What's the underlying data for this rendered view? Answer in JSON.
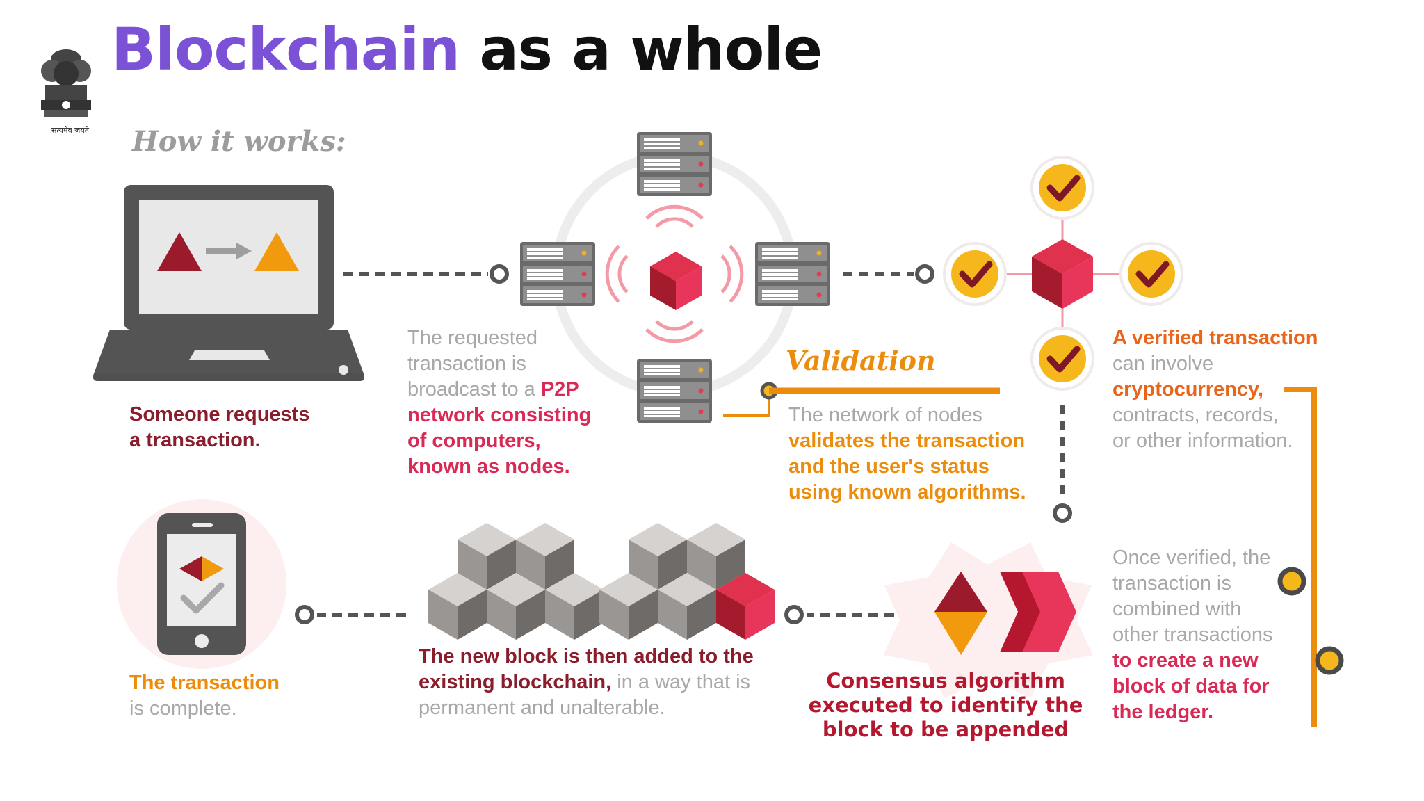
{
  "title": {
    "part1": "Blockchain",
    "part2": "as a whole"
  },
  "emblem": {
    "caption": "सत्यमेव जयते"
  },
  "how_it_works": "How it works:",
  "step_request": {
    "line1": "Someone requests",
    "line2": "a transaction."
  },
  "step_broadcast": {
    "line1": "The requested",
    "line2": "transaction is",
    "line3a": "broadcast to a ",
    "line3b": "P2P",
    "line4": "network consisting",
    "line5": "of computers,",
    "line6": "known as nodes."
  },
  "validation": {
    "title": "Validation",
    "line1": "The network of nodes",
    "line2": "validates the transaction",
    "line3": "and the user's status",
    "line4": "using known algorithms."
  },
  "step_verified": {
    "line1": "A verified transaction",
    "line2": "can involve",
    "line3": "cryptocurrency,",
    "line4": "contracts, records,",
    "line5": "or other information."
  },
  "step_combined": {
    "line1": "Once verified, the",
    "line2": "transaction is",
    "line3": "combined with",
    "line4": "other transactions",
    "line5": "to create a new",
    "line6": "block of data for",
    "line7": "the ledger."
  },
  "consensus": {
    "line1": "Consensus algorithm",
    "line2": "executed to identify the",
    "line3": "block to be appended"
  },
  "step_added": {
    "line1": "The new block is then added to the",
    "line2a": "existing blockchain,",
    "line2b": " in a way that is",
    "line3": "permanent and unalterable."
  },
  "step_complete": {
    "line1": "The transaction",
    "line2": "is complete."
  },
  "colors": {
    "title_accent": "#7b52d6",
    "dark_red": "#8a1d2c",
    "pink": "#d92a55",
    "orange": "#ec8c0c",
    "gray_text": "#a8a8a8",
    "device_gray": "#555555"
  },
  "icons": [
    "national-emblem-icon",
    "laptop-icon",
    "server-icon",
    "red-cube-icon",
    "check-circle-icon",
    "smartphone-icon",
    "consensus-arrows-icon"
  ]
}
